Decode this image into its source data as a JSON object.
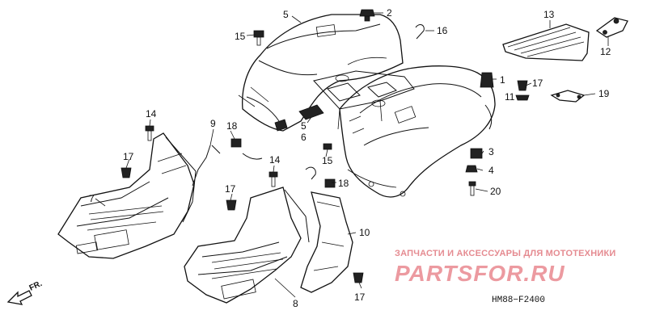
{
  "diagram": {
    "callouts": [
      {
        "id": "c1",
        "text": "1"
      },
      {
        "id": "c2",
        "text": "2"
      },
      {
        "id": "c3",
        "text": "3"
      },
      {
        "id": "c4",
        "text": "4"
      },
      {
        "id": "c5a",
        "text": "5"
      },
      {
        "id": "c5b",
        "text": "5"
      },
      {
        "id": "c6",
        "text": "6"
      },
      {
        "id": "c7",
        "text": "7"
      },
      {
        "id": "c8",
        "text": "8"
      },
      {
        "id": "c9",
        "text": "9"
      },
      {
        "id": "c10",
        "text": "10"
      },
      {
        "id": "c11",
        "text": "11"
      },
      {
        "id": "c12",
        "text": "12"
      },
      {
        "id": "c13",
        "text": "13"
      },
      {
        "id": "c14a",
        "text": "14"
      },
      {
        "id": "c14b",
        "text": "14"
      },
      {
        "id": "c15a",
        "text": "15"
      },
      {
        "id": "c15b",
        "text": "15"
      },
      {
        "id": "c16",
        "text": "16"
      },
      {
        "id": "c17a",
        "text": "17"
      },
      {
        "id": "c17b",
        "text": "17"
      },
      {
        "id": "c17c",
        "text": "17"
      },
      {
        "id": "c17d",
        "text": "17"
      },
      {
        "id": "c18a",
        "text": "18"
      },
      {
        "id": "c18b",
        "text": "18"
      },
      {
        "id": "c19",
        "text": "19"
      },
      {
        "id": "c20",
        "text": "20"
      }
    ],
    "direction_label": "FR.",
    "diagram_code": "HM88−F2400"
  },
  "watermark": {
    "tagline": "ЗАПЧАСТИ И АКСЕССУАРЫ ДЛЯ МОТОТЕХНИКИ",
    "brand": "PARTSFOR.RU"
  }
}
